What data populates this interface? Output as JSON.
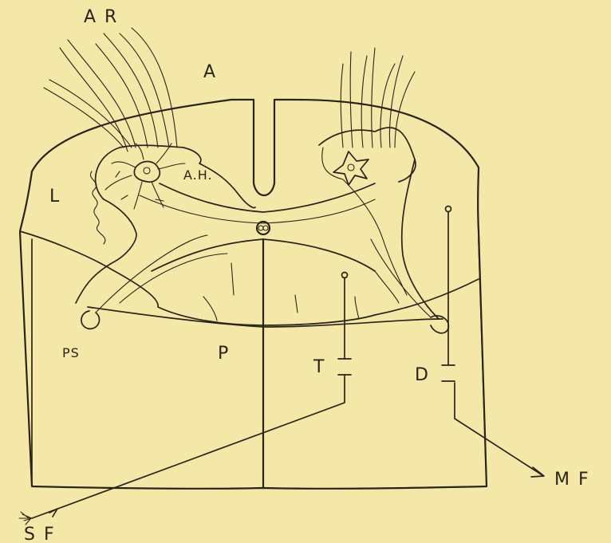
{
  "diagram": {
    "background": "#f4e8a8",
    "ink": "#2a2418",
    "labels": {
      "anterior_roots": "A R",
      "anterior": "A",
      "lateral": "L",
      "anterior_horn": "A.H.",
      "posterior": "P",
      "posterior_septum": "PS",
      "tract_t": "T",
      "tract_d": "D",
      "sensory_fibre": "S F",
      "motor_fibre": "M F"
    }
  }
}
